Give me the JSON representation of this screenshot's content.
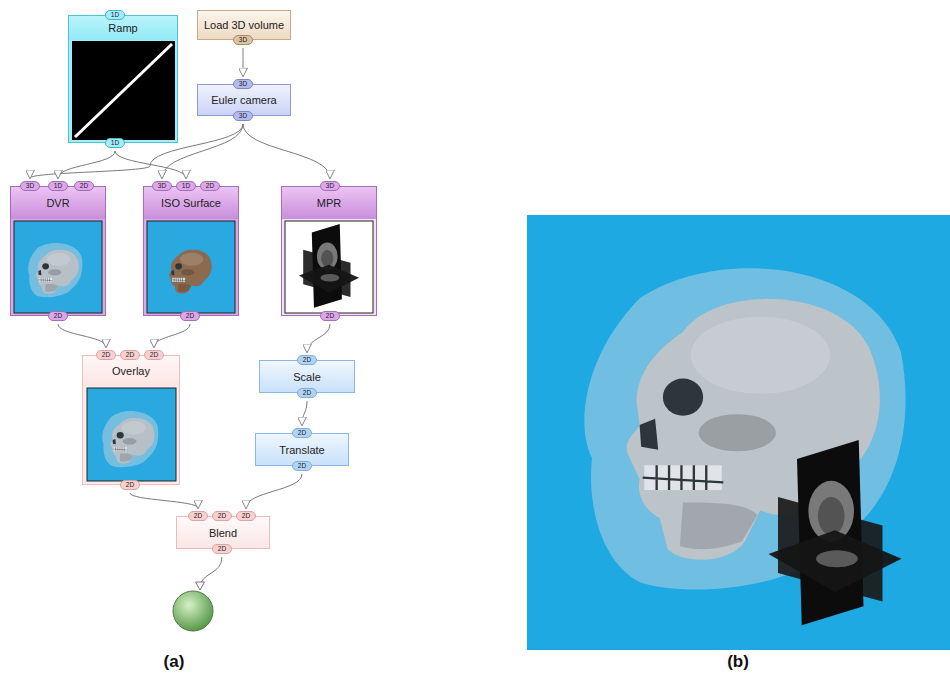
{
  "diagram": {
    "nodes": [
      {
        "text": [
          "Ramp"
        ]
      },
      {
        "text": [
          "Load 3D volume"
        ]
      },
      {
        "text": [
          "Euler camera"
        ]
      },
      {
        "text": [
          "DVR"
        ]
      },
      {
        "text": [
          "ISO Surface"
        ]
      },
      {
        "text": [
          "MPR"
        ]
      },
      {
        "text": [
          "Overlay"
        ]
      },
      {
        "text": [
          "Scale"
        ]
      },
      {
        "text": [
          "Translate"
        ]
      },
      {
        "text": [
          "Blend"
        ]
      }
    ],
    "edges": [
      {
        "from": 1,
        "to": 2,
        "arrow": "to"
      },
      {
        "from": 2,
        "to": 3,
        "arrow": "to"
      },
      {
        "from": 2,
        "to": 4,
        "arrow": "to"
      },
      {
        "from": 2,
        "to": 5,
        "arrow": "to"
      },
      {
        "from": 0,
        "to": 3,
        "arrow": "to"
      },
      {
        "from": 0,
        "to": 4,
        "arrow": "to"
      },
      {
        "from": 3,
        "to": 6,
        "arrow": "to"
      },
      {
        "from": 4,
        "to": 6,
        "arrow": "to"
      },
      {
        "from": 5,
        "to": 7,
        "arrow": "to"
      },
      {
        "from": 7,
        "to": 8,
        "arrow": "to"
      },
      {
        "from": 6,
        "to": 9,
        "arrow": "to"
      },
      {
        "from": 8,
        "to": 9,
        "arrow": "to"
      }
    ],
    "labels": [
      "1D",
      "1D",
      "3D",
      "3D",
      "3D",
      "3D",
      "1D",
      "2D",
      "3D",
      "1D",
      "2D",
      "3D",
      "2D",
      "2D",
      "2D",
      "2D",
      "2D",
      "2D",
      "2D",
      "2D",
      "2D",
      "2D",
      "2D",
      "2D",
      "2D",
      "2D",
      "2D",
      "(a)",
      "(b)"
    ]
  }
}
